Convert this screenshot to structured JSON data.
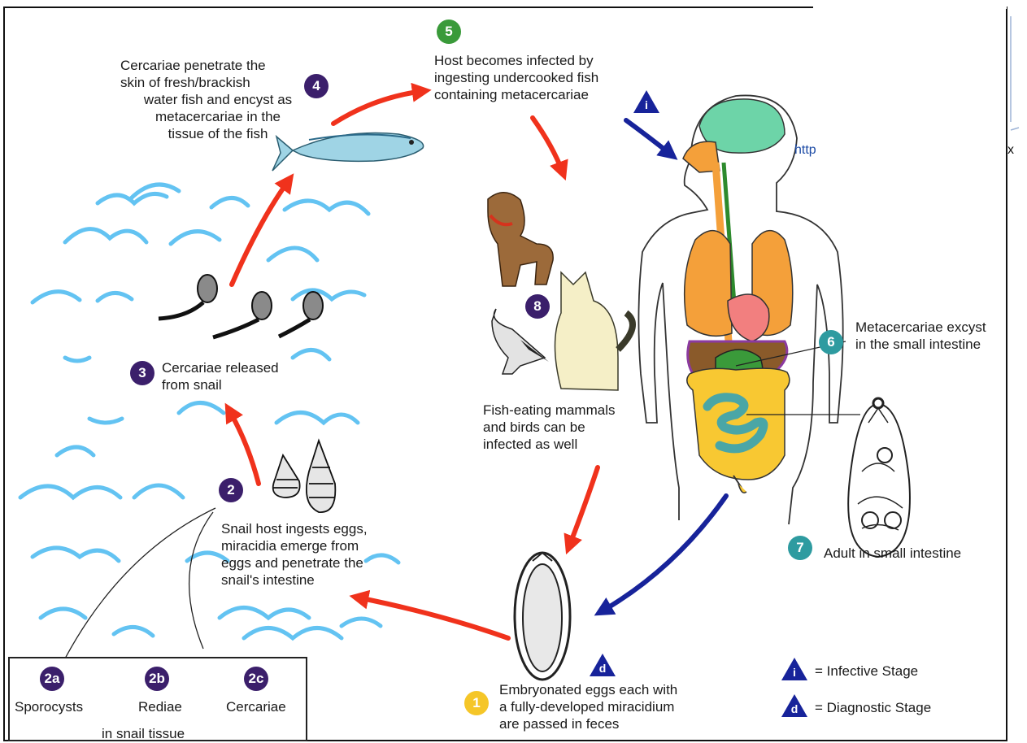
{
  "steps": {
    "s1": {
      "badge": "1",
      "text_lines": [
        "Embryonated eggs each with",
        "a fully-developed miracidium",
        "are passed in feces"
      ]
    },
    "s2": {
      "badge": "2",
      "text_lines": [
        "Snail host ingests eggs,",
        "miracidia emerge from",
        "eggs and penetrate the",
        "snail's intestine"
      ]
    },
    "s3": {
      "badge": "3",
      "text_lines": [
        "Cercariae released",
        "from snail"
      ]
    },
    "s4": {
      "badge": "4",
      "text_lines": [
        "Cercariae penetrate the",
        "skin of fresh/brackish",
        "water fish and encyst as",
        "metacercariae in the",
        "tissue of the fish"
      ]
    },
    "s5": {
      "badge": "5",
      "text_lines": [
        "Host becomes infected by",
        "ingesting undercooked fish",
        "containing metacercariae"
      ]
    },
    "s6": {
      "badge": "6",
      "text_lines": [
        "Metacercariae excyst",
        "in the small intestine"
      ]
    },
    "s7": {
      "badge": "7",
      "text_lines": [
        "Adult in small intestine"
      ]
    },
    "s8": {
      "badge": "8",
      "text_lines": [
        "Fish-eating mammals",
        "and birds can be",
        "infected as well"
      ]
    }
  },
  "snail_box": {
    "badges": [
      "2a",
      "2b",
      "2c"
    ],
    "stages": [
      "Sporocysts",
      "Rediae",
      "Cercariae"
    ],
    "caption": "in snail tissue"
  },
  "legend": {
    "infective_symbol": "i",
    "infective_label": "= Infective Stage",
    "diagnostic_symbol": "d",
    "diagnostic_label": "= Diagnostic Stage"
  },
  "url_fragment_left": "http",
  "url_fragment_right": "x",
  "colors": {
    "badge_purple": "#3b1f6b",
    "badge_green": "#3a9a3a",
    "badge_teal": "#2e9ba0",
    "badge_yellow": "#f5c628",
    "arrow_red": "#f0321c",
    "arrow_blue": "#17239a",
    "water": "#63c3f2"
  }
}
